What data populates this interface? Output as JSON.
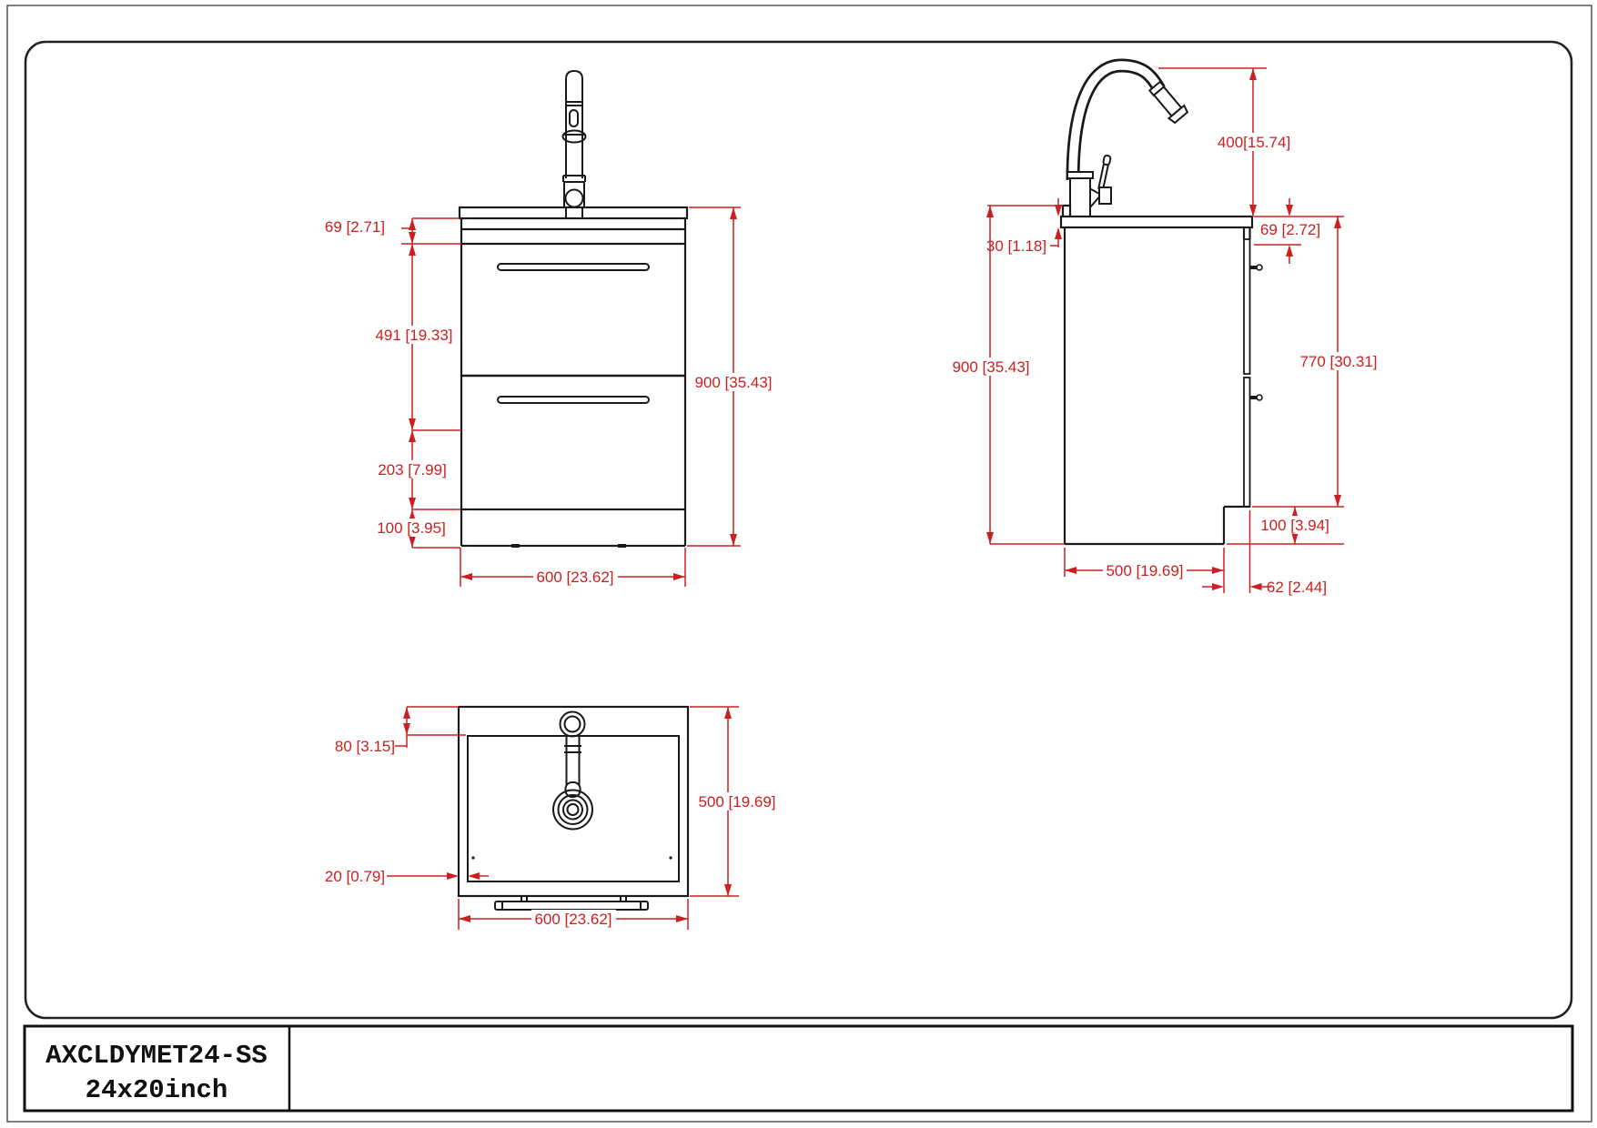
{
  "colors": {
    "dimension_red": "#cc2020",
    "drawing_black": "#1a1a1a",
    "background": "#ffffff"
  },
  "views": {
    "front": {
      "dims": {
        "gap_top": "69 [2.71]",
        "drawer1_h": "491 [19.33]",
        "drawer2_h": "203 [7.99]",
        "base_h": "100 [3.95]",
        "width": "600 [23.62]",
        "height": "900 [35.43]"
      }
    },
    "side": {
      "dims": {
        "faucet_h": "400[15.74]",
        "counter_t": "30 [1.18]",
        "gap_top": "69 [2.72]",
        "height": "900 [35.43]",
        "front_h": "770 [30.31]",
        "toekick_h": "100 [3.94]",
        "depth": "500 [19.69]",
        "toekick_d": "62 [2.44]"
      }
    },
    "top": {
      "dims": {
        "rim_back": "80 [3.15]",
        "rim_side": "20 [0.79]",
        "depth": "500 [19.69]",
        "width": "600 [23.62]"
      }
    }
  },
  "title_block": {
    "model": "AXCLDYMET24-SS",
    "size": "24x20inch"
  }
}
